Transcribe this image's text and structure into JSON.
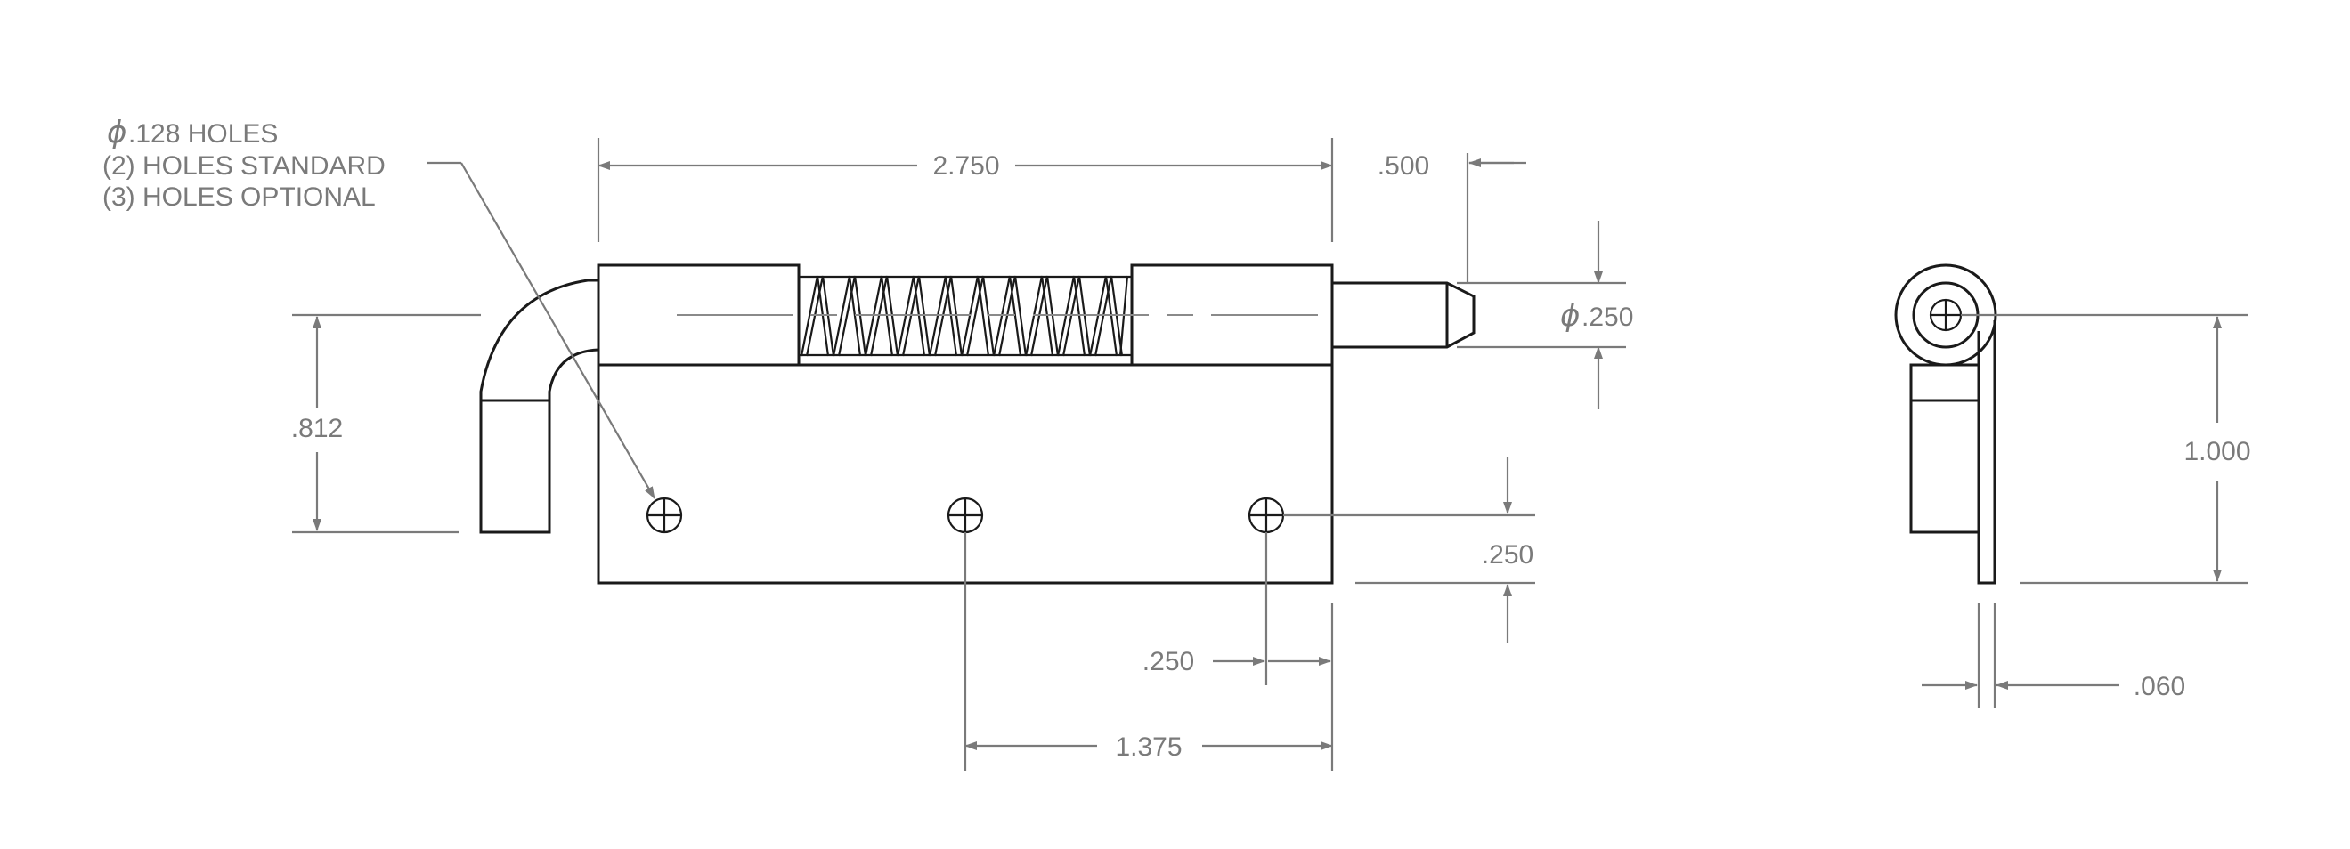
{
  "note": {
    "diameter_symbol": "ϕ",
    "line1": ".128 HOLES",
    "line2": "(2) HOLES STANDARD",
    "line3": "(3) HOLES OPTIONAL"
  },
  "dimensions": {
    "overall_length": "2.750",
    "pin_extension": ".500",
    "pin_diameter_symbol": "ϕ",
    "pin_diameter": ".250",
    "handle_height": ".812",
    "hole_edge_offset": ".250",
    "hole_end_offset": ".250",
    "hole_spacing": "1.375",
    "side_height": "1.000",
    "thickness": ".060"
  },
  "colors": {
    "part_line": "#1a1a1a",
    "dimension_line": "#7a7a7a",
    "background": "#ffffff"
  }
}
